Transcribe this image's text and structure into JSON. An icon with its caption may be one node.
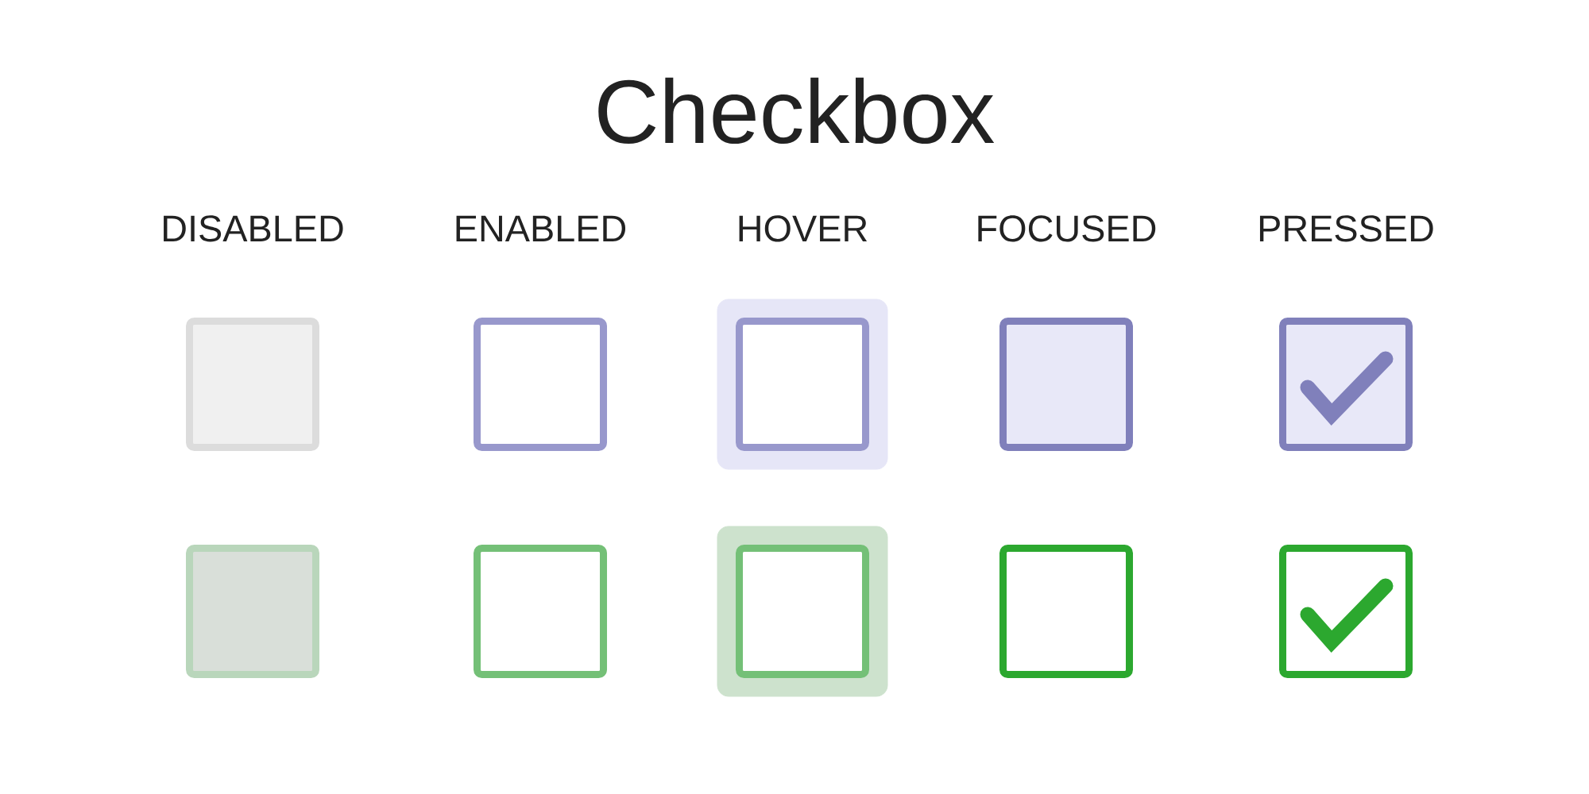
{
  "diagram": {
    "title": "Checkbox",
    "nodes": [
      {
        "text": [],
        "shape": "box"
      },
      {
        "text": [],
        "shape": "box"
      },
      {
        "text": [],
        "shape": "box"
      },
      {
        "text": [],
        "shape": "box",
        "in": 2
      },
      {
        "text": [],
        "shape": "box"
      },
      {
        "text": [],
        "shape": "box"
      },
      {
        "text": [],
        "shape": "box"
      },
      {
        "text": [],
        "shape": "box"
      },
      {
        "text": [],
        "shape": "box"
      },
      {
        "text": [],
        "shape": "box",
        "in": 8
      },
      {
        "text": [],
        "shape": "box"
      },
      {
        "text": [],
        "shape": "box"
      }
    ],
    "labels": [
      "DISABLED",
      "ENABLED",
      "HOVER",
      "FOCUSED",
      "PRESSED"
    ]
  }
}
